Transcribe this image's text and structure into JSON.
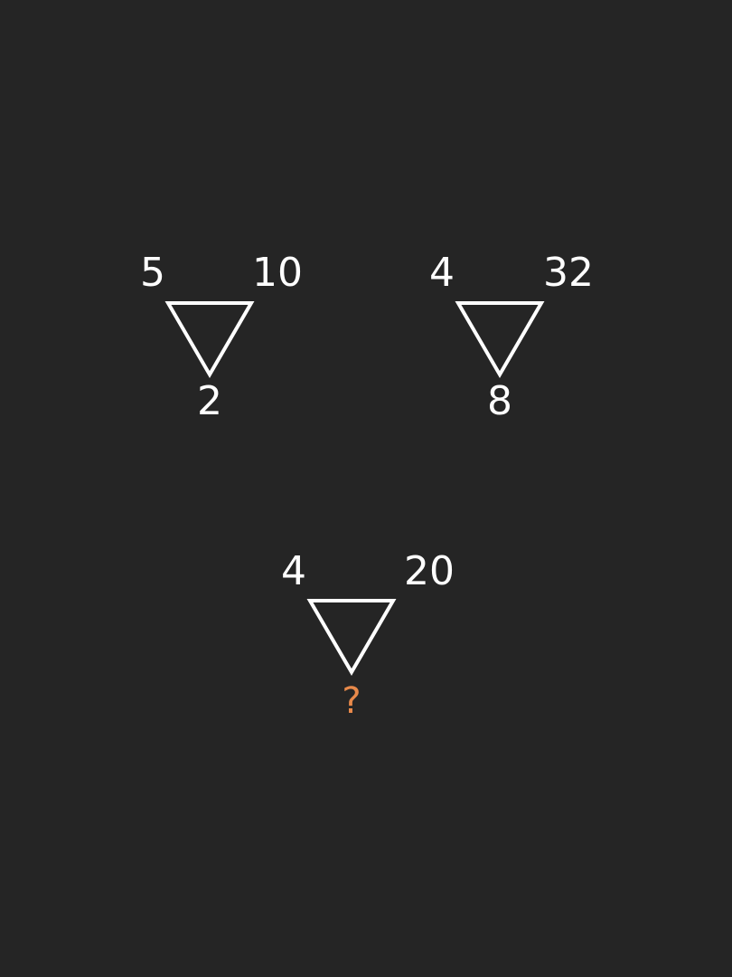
{
  "colors": {
    "background": "#252525",
    "foreground": "#ffffff",
    "unknown": "#e8894a"
  },
  "triangles": [
    {
      "top_left": "5",
      "top_right": "10",
      "bottom": "2"
    },
    {
      "top_left": "4",
      "top_right": "32",
      "bottom": "8"
    },
    {
      "top_left": "4",
      "top_right": "20",
      "bottom": "?"
    }
  ]
}
